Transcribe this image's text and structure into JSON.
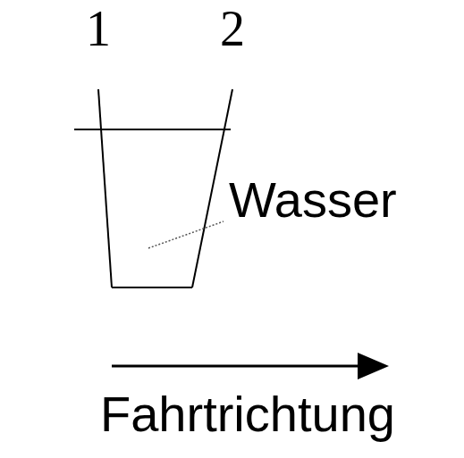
{
  "diagram": {
    "labels": [
      "1",
      "2",
      "Wasser",
      "Fahrtrichtung"
    ]
  }
}
